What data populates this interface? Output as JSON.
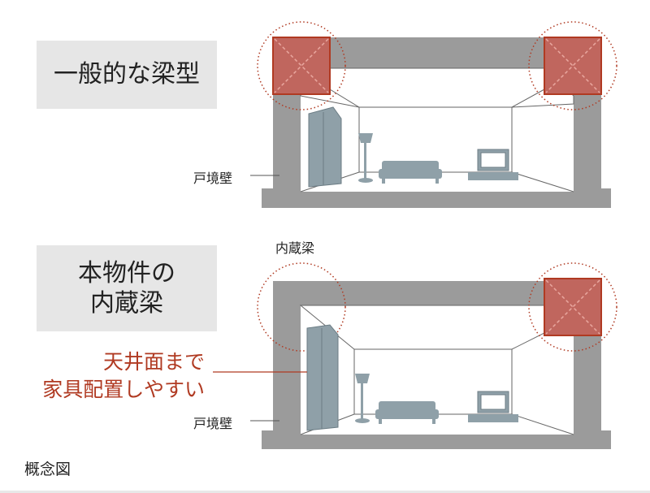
{
  "general_beam": {
    "title": "一般的な梁型",
    "wall_label": "戸境壁"
  },
  "this_property": {
    "title_line1": "本物件の",
    "title_line2": "内蔵梁",
    "hidden_beam_label": "内蔵梁",
    "callout_line1": "天井面まで",
    "callout_line2": "家具配置しやすい",
    "wall_label": "戸境壁"
  },
  "footer": {
    "concept_label": "概念図"
  },
  "colors": {
    "wall": "#9b9b9b",
    "beam": "#c0665e",
    "beam_border": "#b03a22",
    "furniture": "#8fa0a8",
    "callout": "#b03a22"
  }
}
